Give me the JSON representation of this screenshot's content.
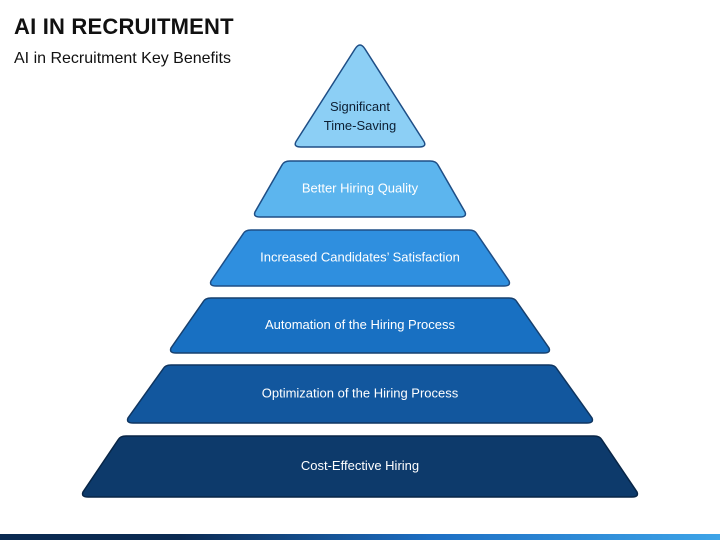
{
  "title": "AI IN RECRUITMENT",
  "subtitle": "AI in Recruitment Key Benefits",
  "pyramid": {
    "levels": [
      {
        "lines": [
          "Significant",
          "Time-Saving"
        ],
        "fill": "#8ccff5",
        "stroke": "#1e4e86",
        "text_color": "#0d1f33"
      },
      {
        "lines": [
          "Better Hiring Quality"
        ],
        "fill": "#5cb5ee",
        "stroke": "#1e4e86",
        "text_color": "#ffffff"
      },
      {
        "lines": [
          "Increased Candidates’ Satisfaction"
        ],
        "fill": "#2f8fdf",
        "stroke": "#1e4e86",
        "text_color": "#ffffff"
      },
      {
        "lines": [
          "Automation of the Hiring Process"
        ],
        "fill": "#1870c2",
        "stroke": "#17406e",
        "text_color": "#ffffff"
      },
      {
        "lines": [
          "Optimization of the Hiring Process"
        ],
        "fill": "#12579e",
        "stroke": "#0f3560",
        "text_color": "#ffffff"
      },
      {
        "lines": [
          "Cost-Effective Hiring"
        ],
        "fill": "#0d3a6b",
        "stroke": "#082546",
        "text_color": "#ffffff"
      }
    ]
  }
}
